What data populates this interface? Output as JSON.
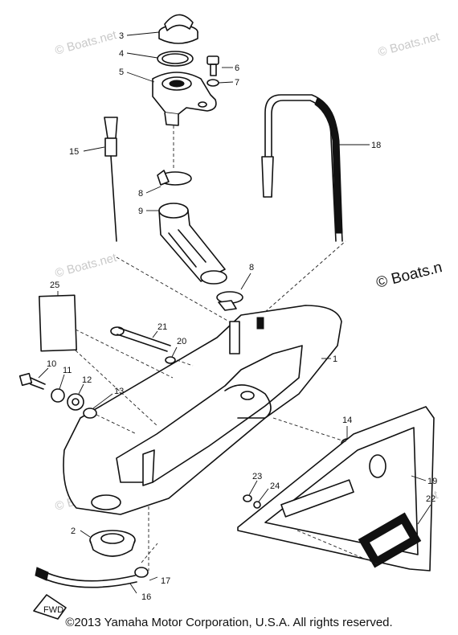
{
  "watermark": {
    "text": "© Boats.net",
    "prominent_text": "© Boats.n"
  },
  "callouts": {
    "c1": "1",
    "c2": "2",
    "c3": "3",
    "c4": "4",
    "c5": "5",
    "c6": "6",
    "c7": "7",
    "c8a": "8",
    "c8b": "8",
    "c9": "9",
    "c10": "10",
    "c11": "11",
    "c12": "12",
    "c13": "13",
    "c14": "14",
    "c15": "15",
    "c16": "16",
    "c17": "17",
    "c18": "18",
    "c19": "19",
    "c20": "20",
    "c21": "21",
    "c22": "22",
    "c23": "23",
    "c24": "24",
    "c25": "25"
  },
  "copyright": "©2013 Yamaha Motor Corporation, U.S.A. All rights reserved.",
  "colors": {
    "ink": "#111111",
    "watermark": "#c9c9c9",
    "background": "#ffffff"
  }
}
